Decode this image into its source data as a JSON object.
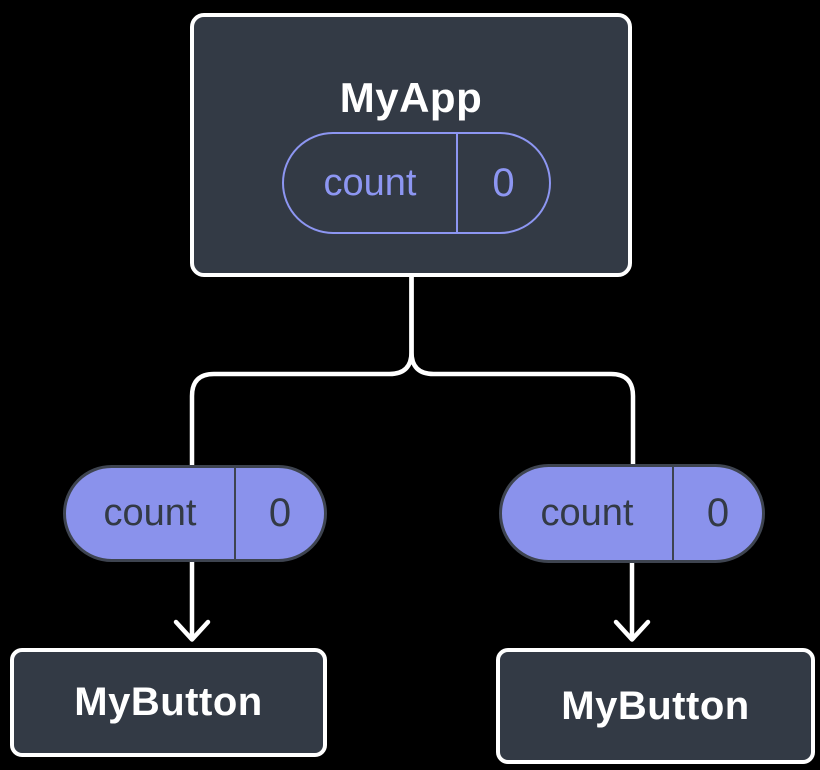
{
  "diagram": {
    "description": "React component tree showing state lifted to parent",
    "colors": {
      "background": "#000000",
      "box_fill": "#333A45",
      "box_border": "#FFFFFF",
      "box_title": "#FFFFFF",
      "pill_fill": "#8A92EC",
      "pill_outline": "#8D96F2",
      "pill_dark_text": "#333A45",
      "pill_dark_border": "#3E4450",
      "connector": "#FFFFFF"
    },
    "root": {
      "title": "MyApp",
      "state": {
        "name": "count",
        "value": "0"
      }
    },
    "children": [
      {
        "title": "MyButton",
        "prop": {
          "name": "count",
          "value": "0"
        }
      },
      {
        "title": "MyButton",
        "prop": {
          "name": "count",
          "value": "0"
        }
      }
    ]
  }
}
